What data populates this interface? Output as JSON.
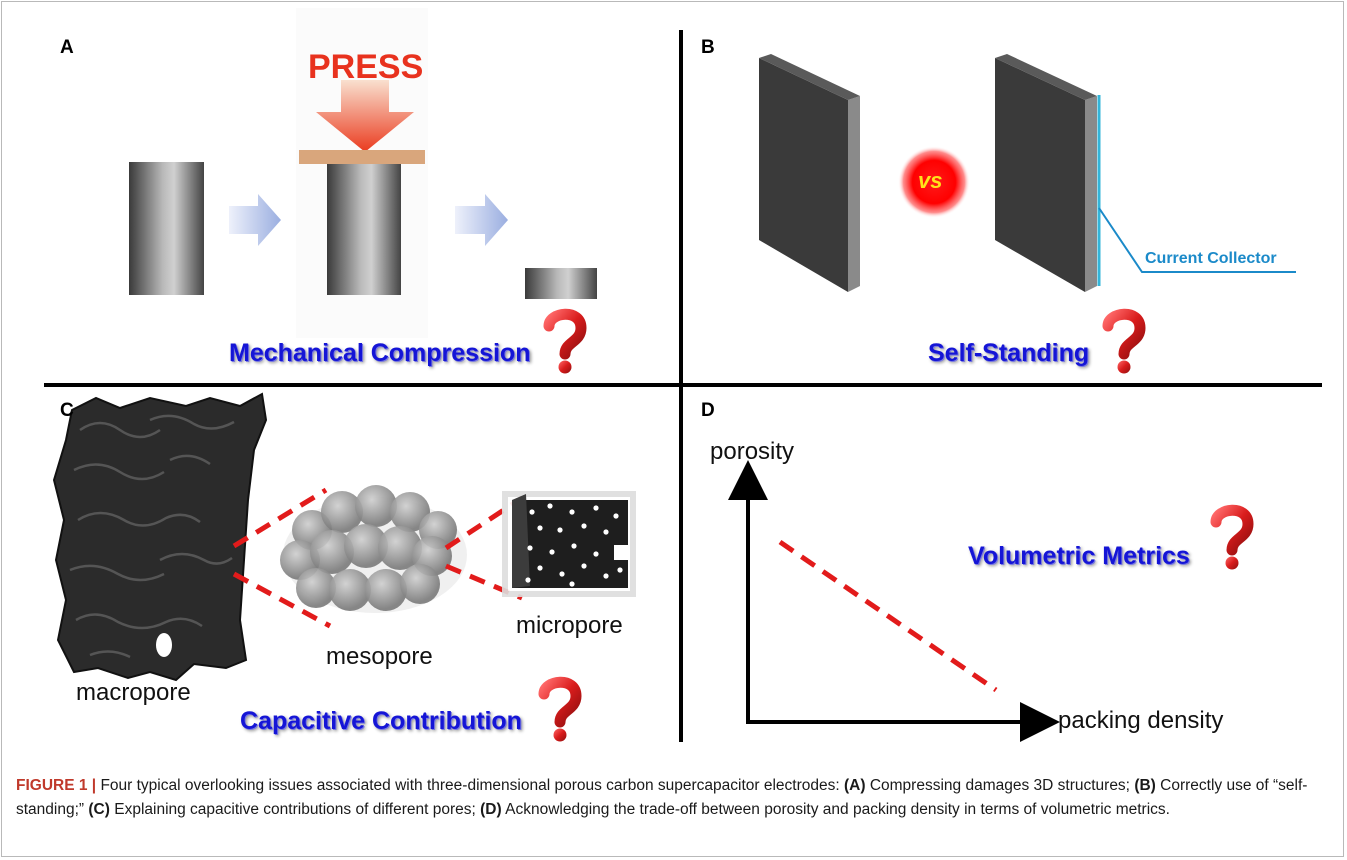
{
  "figure": {
    "panels": {
      "a": {
        "letter": "A",
        "press_label": "PRESS",
        "title": "Mechanical Compression"
      },
      "b": {
        "letter": "B",
        "vs_label": "vs",
        "collector_label": "Current Collector",
        "title": "Self-Standing"
      },
      "c": {
        "letter": "C",
        "labels": {
          "macropore": "macropore",
          "mesopore": "mesopore",
          "micropore": "micropore"
        },
        "title": "Capacitive Contribution"
      },
      "d": {
        "letter": "D",
        "y_axis": "porosity",
        "x_axis": "packing density",
        "title": "Volumetric Metrics"
      }
    },
    "colors": {
      "title_blue": "#1515d6",
      "question_red": "#d62020",
      "dash_red": "#e21b1b",
      "collector_blue": "#1b8ac9",
      "caption_label": "#c0392b"
    }
  },
  "caption": {
    "label": "FIGURE 1 |",
    "intro": "Four typical overlooking issues associated with three-dimensional porous carbon supercapacitor electrodes:",
    "items": [
      {
        "tag": "(A)",
        "text": "Compressing damages 3D structures;"
      },
      {
        "tag": "(B)",
        "text": "Correctly use of “self-standing;”"
      },
      {
        "tag": "(C)",
        "text": "Explaining capacitive contributions of different pores;"
      },
      {
        "tag": "(D)",
        "text": "Acknowledging the trade-off between porosity and packing density in terms of volumetric metrics."
      }
    ]
  }
}
